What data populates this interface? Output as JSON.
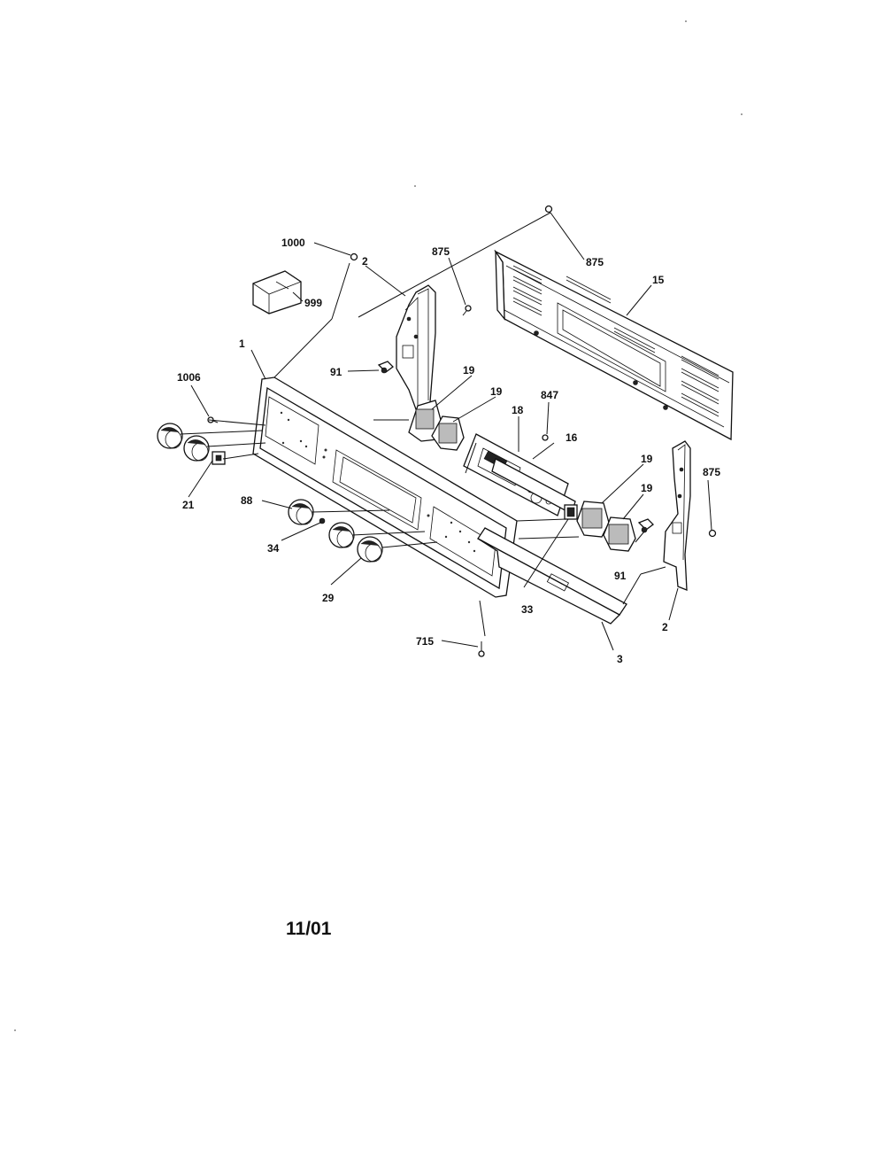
{
  "diagram": {
    "callouts": {
      "c1000": "1000",
      "c999": "999",
      "c2a": "2",
      "c875a": "875",
      "c875b": "875",
      "c15": "15",
      "c1": "1",
      "c91a": "91",
      "c1006": "1006",
      "c19a": "19",
      "c19b": "19",
      "c847": "847",
      "c18": "18",
      "c16": "16",
      "c21": "21",
      "c19c": "19",
      "c875c": "875",
      "c19d": "19",
      "c88": "88",
      "c34": "34",
      "c91b": "91",
      "c29": "29",
      "c33": "33",
      "c2b": "2",
      "c715": "715",
      "c3": "3"
    },
    "date_code": "11/01"
  }
}
